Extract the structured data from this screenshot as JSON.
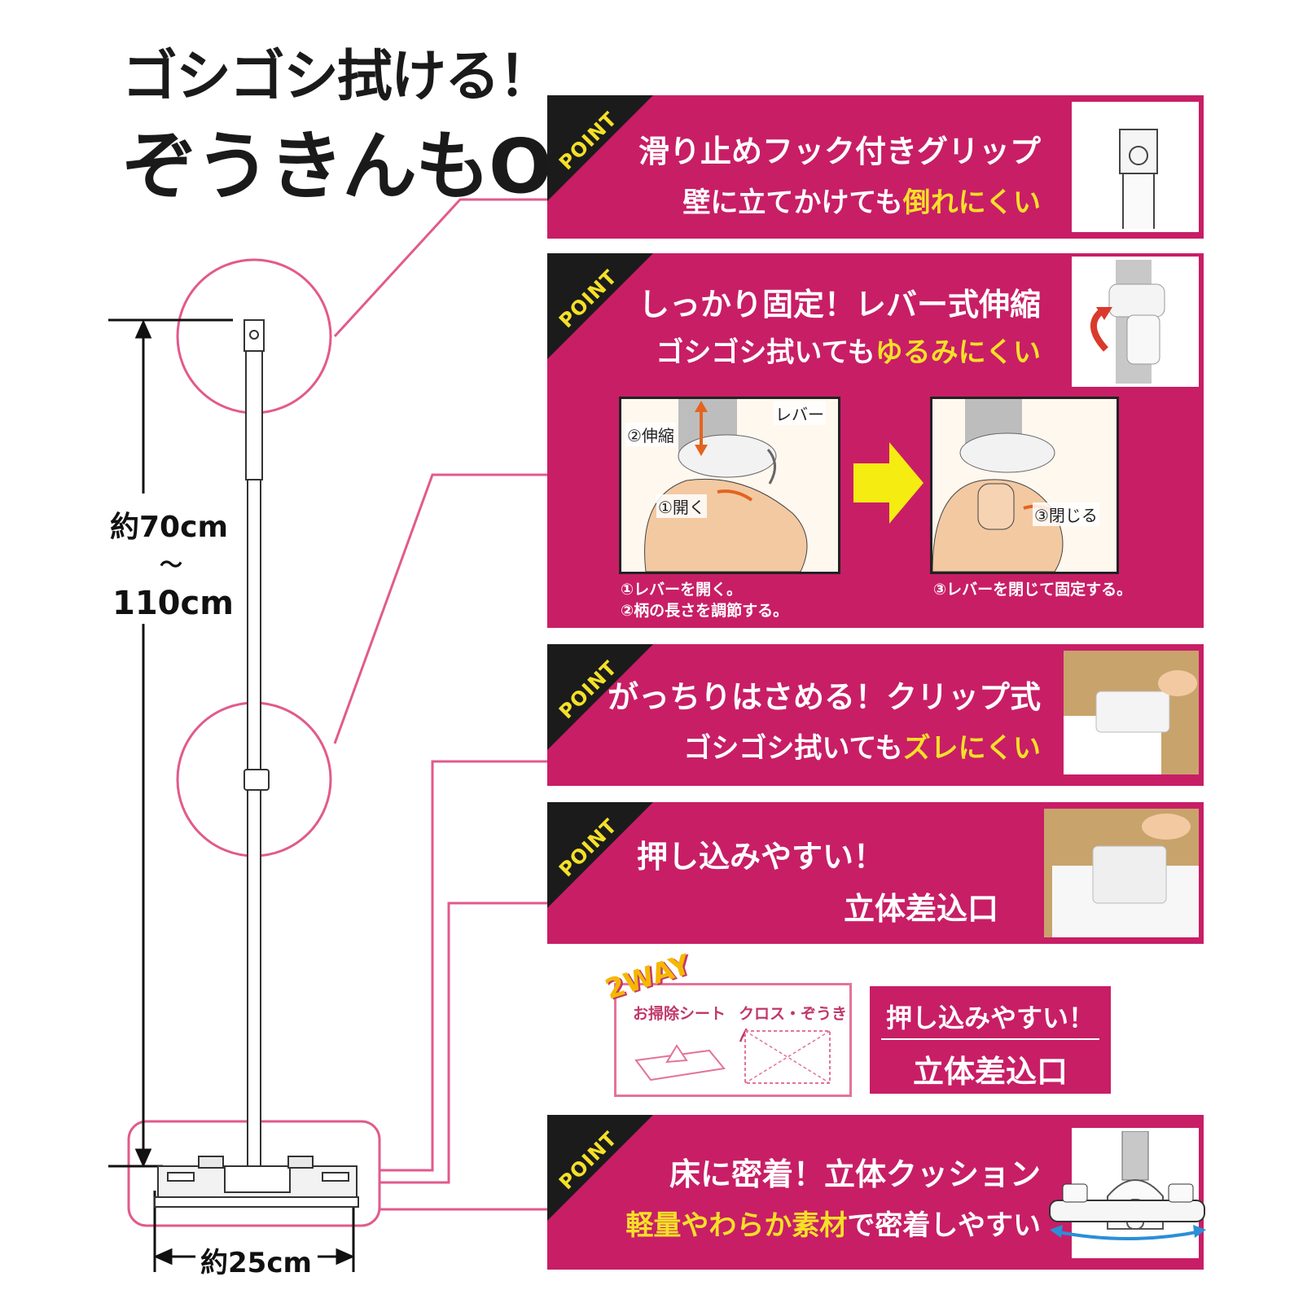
{
  "headline": {
    "line1": "ゴシゴシ拭ける！",
    "line2": "ぞうきんもOK"
  },
  "ribbon_label": "POINT",
  "dimensions": {
    "height_top": "約70cm",
    "height_tilde": "〜",
    "height_bottom": "110cm",
    "width": "約25cm"
  },
  "points": [
    {
      "title": "滑り止めフック付きグリップ",
      "subtitle_plain": "壁に立てかけても",
      "subtitle_highlight": "倒れにくい"
    },
    {
      "title": "しっかり固定！レバー式伸縮",
      "subtitle_plain": "ゴシゴシ拭いても",
      "subtitle_highlight": "ゆるみにくい",
      "steps": {
        "label_extend": "②伸縮",
        "label_lever": "レバー",
        "label_open": "①開く",
        "label_close": "③閉じる",
        "caption_left_1": "①レバーを開く。",
        "caption_left_2": "②柄の長さを調節する。",
        "caption_right": "③レバーを閉じて固定する。"
      }
    },
    {
      "title": "がっちりはさめる！クリップ式",
      "subtitle_plain": "ゴシゴシ拭いても",
      "subtitle_highlight": "ズレにくい"
    },
    {
      "title": "押し込みやすい！",
      "subtitle_plain": "立体差込口",
      "subtitle_highlight": ""
    },
    {
      "title": "床に密着！立体クッション",
      "subtitle_plain": "で密着しやすい",
      "subtitle_highlight": "軽量やわらか素材"
    }
  ],
  "twoway": {
    "badge": "2WAY",
    "sheet_label": "お掃除シート",
    "cloth_label": "クロス・ぞうきん",
    "box_line1": "押し込みやすい！",
    "box_line2": "立体差込口"
  },
  "colors": {
    "panel": "#c81e66",
    "highlight": "#f5e028",
    "ribbon": "#1b1b1b",
    "leader_line": "#e25a8c"
  }
}
